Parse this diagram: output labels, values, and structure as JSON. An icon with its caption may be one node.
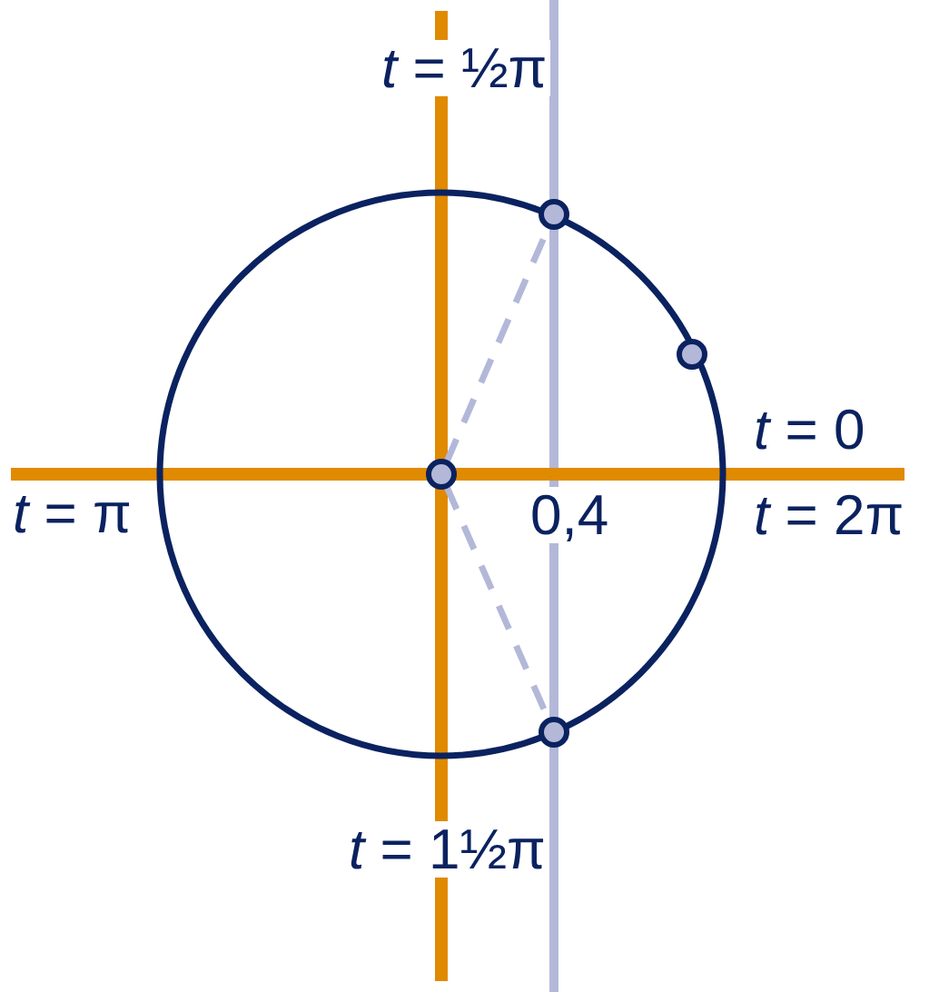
{
  "diagram": {
    "nodes": [
      {
        "text": [],
        "shape": "circle"
      },
      {
        "text": [],
        "shape": "circle"
      },
      {
        "text": [],
        "shape": "circle"
      },
      {
        "text": [],
        "shape": "circle"
      }
    ],
    "edges": [
      {
        "from": 2,
        "to": 0,
        "arrow": "none",
        "style": "dashed"
      },
      {
        "from": 2,
        "to": 3,
        "arrow": "none",
        "style": "dashed"
      }
    ],
    "labels": [
      "*t* = ½π",
      "*t* = 0",
      "*t* = π",
      "0,4",
      "*t* = 2π",
      "*t* = 1½π"
    ]
  }
}
